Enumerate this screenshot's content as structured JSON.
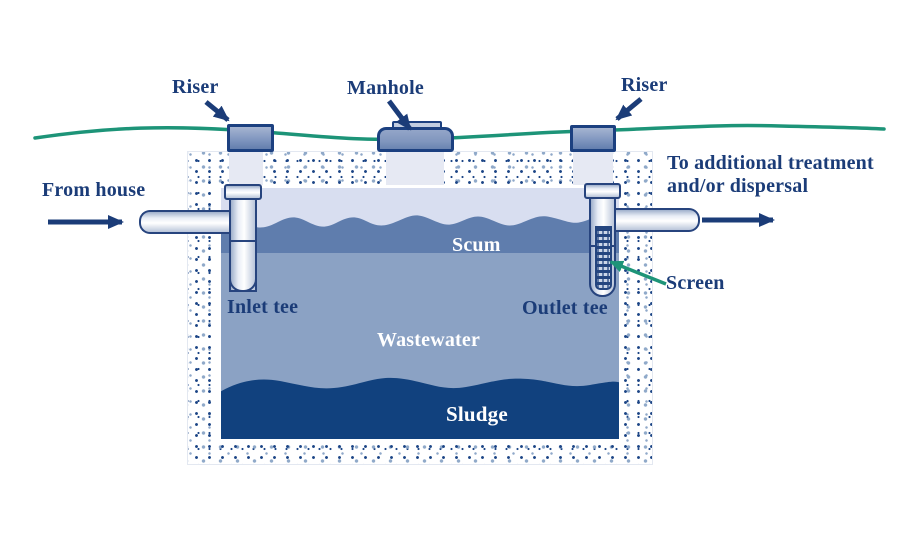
{
  "title": "Septic tank cross-section diagram",
  "labels": {
    "riser_left": "Riser",
    "manhole": "Manhole",
    "riser_right": "Riser",
    "from_house": "From house",
    "to_additional_1": "To additional treatment",
    "to_additional_2": "and/or dispersal",
    "inlet_tee": "Inlet tee",
    "outlet_tee": "Outlet tee",
    "screen": "Screen",
    "scum": "Scum",
    "wastewater": "Wastewater",
    "sludge": "Sludge"
  },
  "colors": {
    "navy": "#1b3c78",
    "green": "#1d9478",
    "air_gap": "#d8def0",
    "scum": "#5f7dad",
    "wastewater": "#8ba2c4",
    "sludge": "#11417e",
    "speckle_dark": "#1c4586",
    "speckle_light": "#8fa9c9",
    "riser_fill": "#8197c0",
    "pipe_edge": "#b7c3dc",
    "label_white": "#ffffff"
  }
}
